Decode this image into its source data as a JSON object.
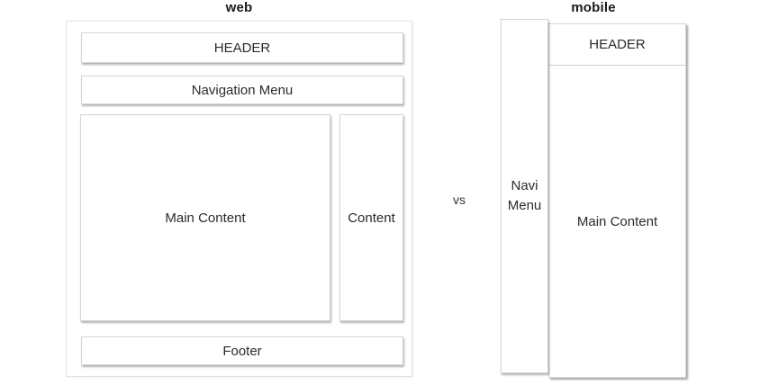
{
  "colors": {
    "background": "#ffffff",
    "box_background": "#ffffff",
    "box_border": "#d6d6d6",
    "outer_frame_border": "#e3e3e3",
    "box_shadow": "#b0b0b0",
    "text": "#2b2b2b",
    "title_text": "#1a1a1a"
  },
  "web": {
    "title": "web",
    "header_label": "HEADER",
    "nav_label": "Navigation Menu",
    "main_label": "Main Content",
    "sidebar_label": "Content",
    "footer_label": "Footer"
  },
  "divider": {
    "vs_label": "vs"
  },
  "mobile": {
    "title": "mobile",
    "nav_line1": "Navi",
    "nav_line2": "Menu",
    "header_label": "HEADER",
    "main_label": "Main Content"
  }
}
